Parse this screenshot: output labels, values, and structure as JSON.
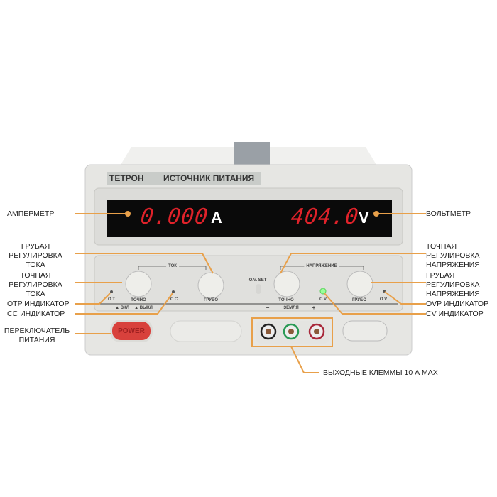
{
  "device": {
    "brand": "ТЕТРОН",
    "title": "ИСТОЧНИК ПИТАНИЯ",
    "ammeter_value": "0.000",
    "ammeter_unit": "A",
    "voltmeter_value": "404.0",
    "voltmeter_unit": "V",
    "current_group": "ТОК",
    "voltage_group": "НАПРЯЖЕНИЕ",
    "fine1": "ТОЧНО",
    "coarse1": "ГРУБО",
    "fine2": "ТОЧНО",
    "coarse2": "ГРУБО",
    "ot": "O.T",
    "cc": "C.C",
    "cv": "C.V",
    "ov": "O.V",
    "ov_set": "O.V. SET",
    "on": "▲ ВКЛ",
    "off": "▲ ВЫКЛ",
    "minus": "−",
    "ground": "ЗЕМЛЯ",
    "plus": "+",
    "power": "POWER"
  },
  "callouts": {
    "ammeter": "АМПЕРМЕТР",
    "coarse_current": "ГРУБАЯ РЕГУЛИРОВКА ТОКА",
    "fine_current": "ТОЧНАЯ РЕГУЛИРОВКА ТОКА",
    "otp": "OTP ИНДИКАТОР",
    "cc": "CC ИНДИКАТОР",
    "power_switch": "ПЕРЕКЛЮЧАТЕЛЬ ПИТАНИЯ",
    "voltmeter": "ВОЛЬТМЕТР",
    "fine_voltage": "ТОЧНАЯ РЕГУЛИРОВКА НАПРЯЖЕНИЯ",
    "coarse_voltage": "ГРУБАЯ РЕГУЛИРОВКА НАПРЯЖЕНИЯ",
    "ovp": "OVP ИНДИКАТОР",
    "cv": "CV ИНДИКАТОР",
    "terminals": "ВЫХОДНЫЕ КЛЕММЫ 10 А MAX"
  },
  "colors": {
    "accent": "#e8a04a",
    "led": "#e0222a",
    "case": "#e6e6e3"
  }
}
